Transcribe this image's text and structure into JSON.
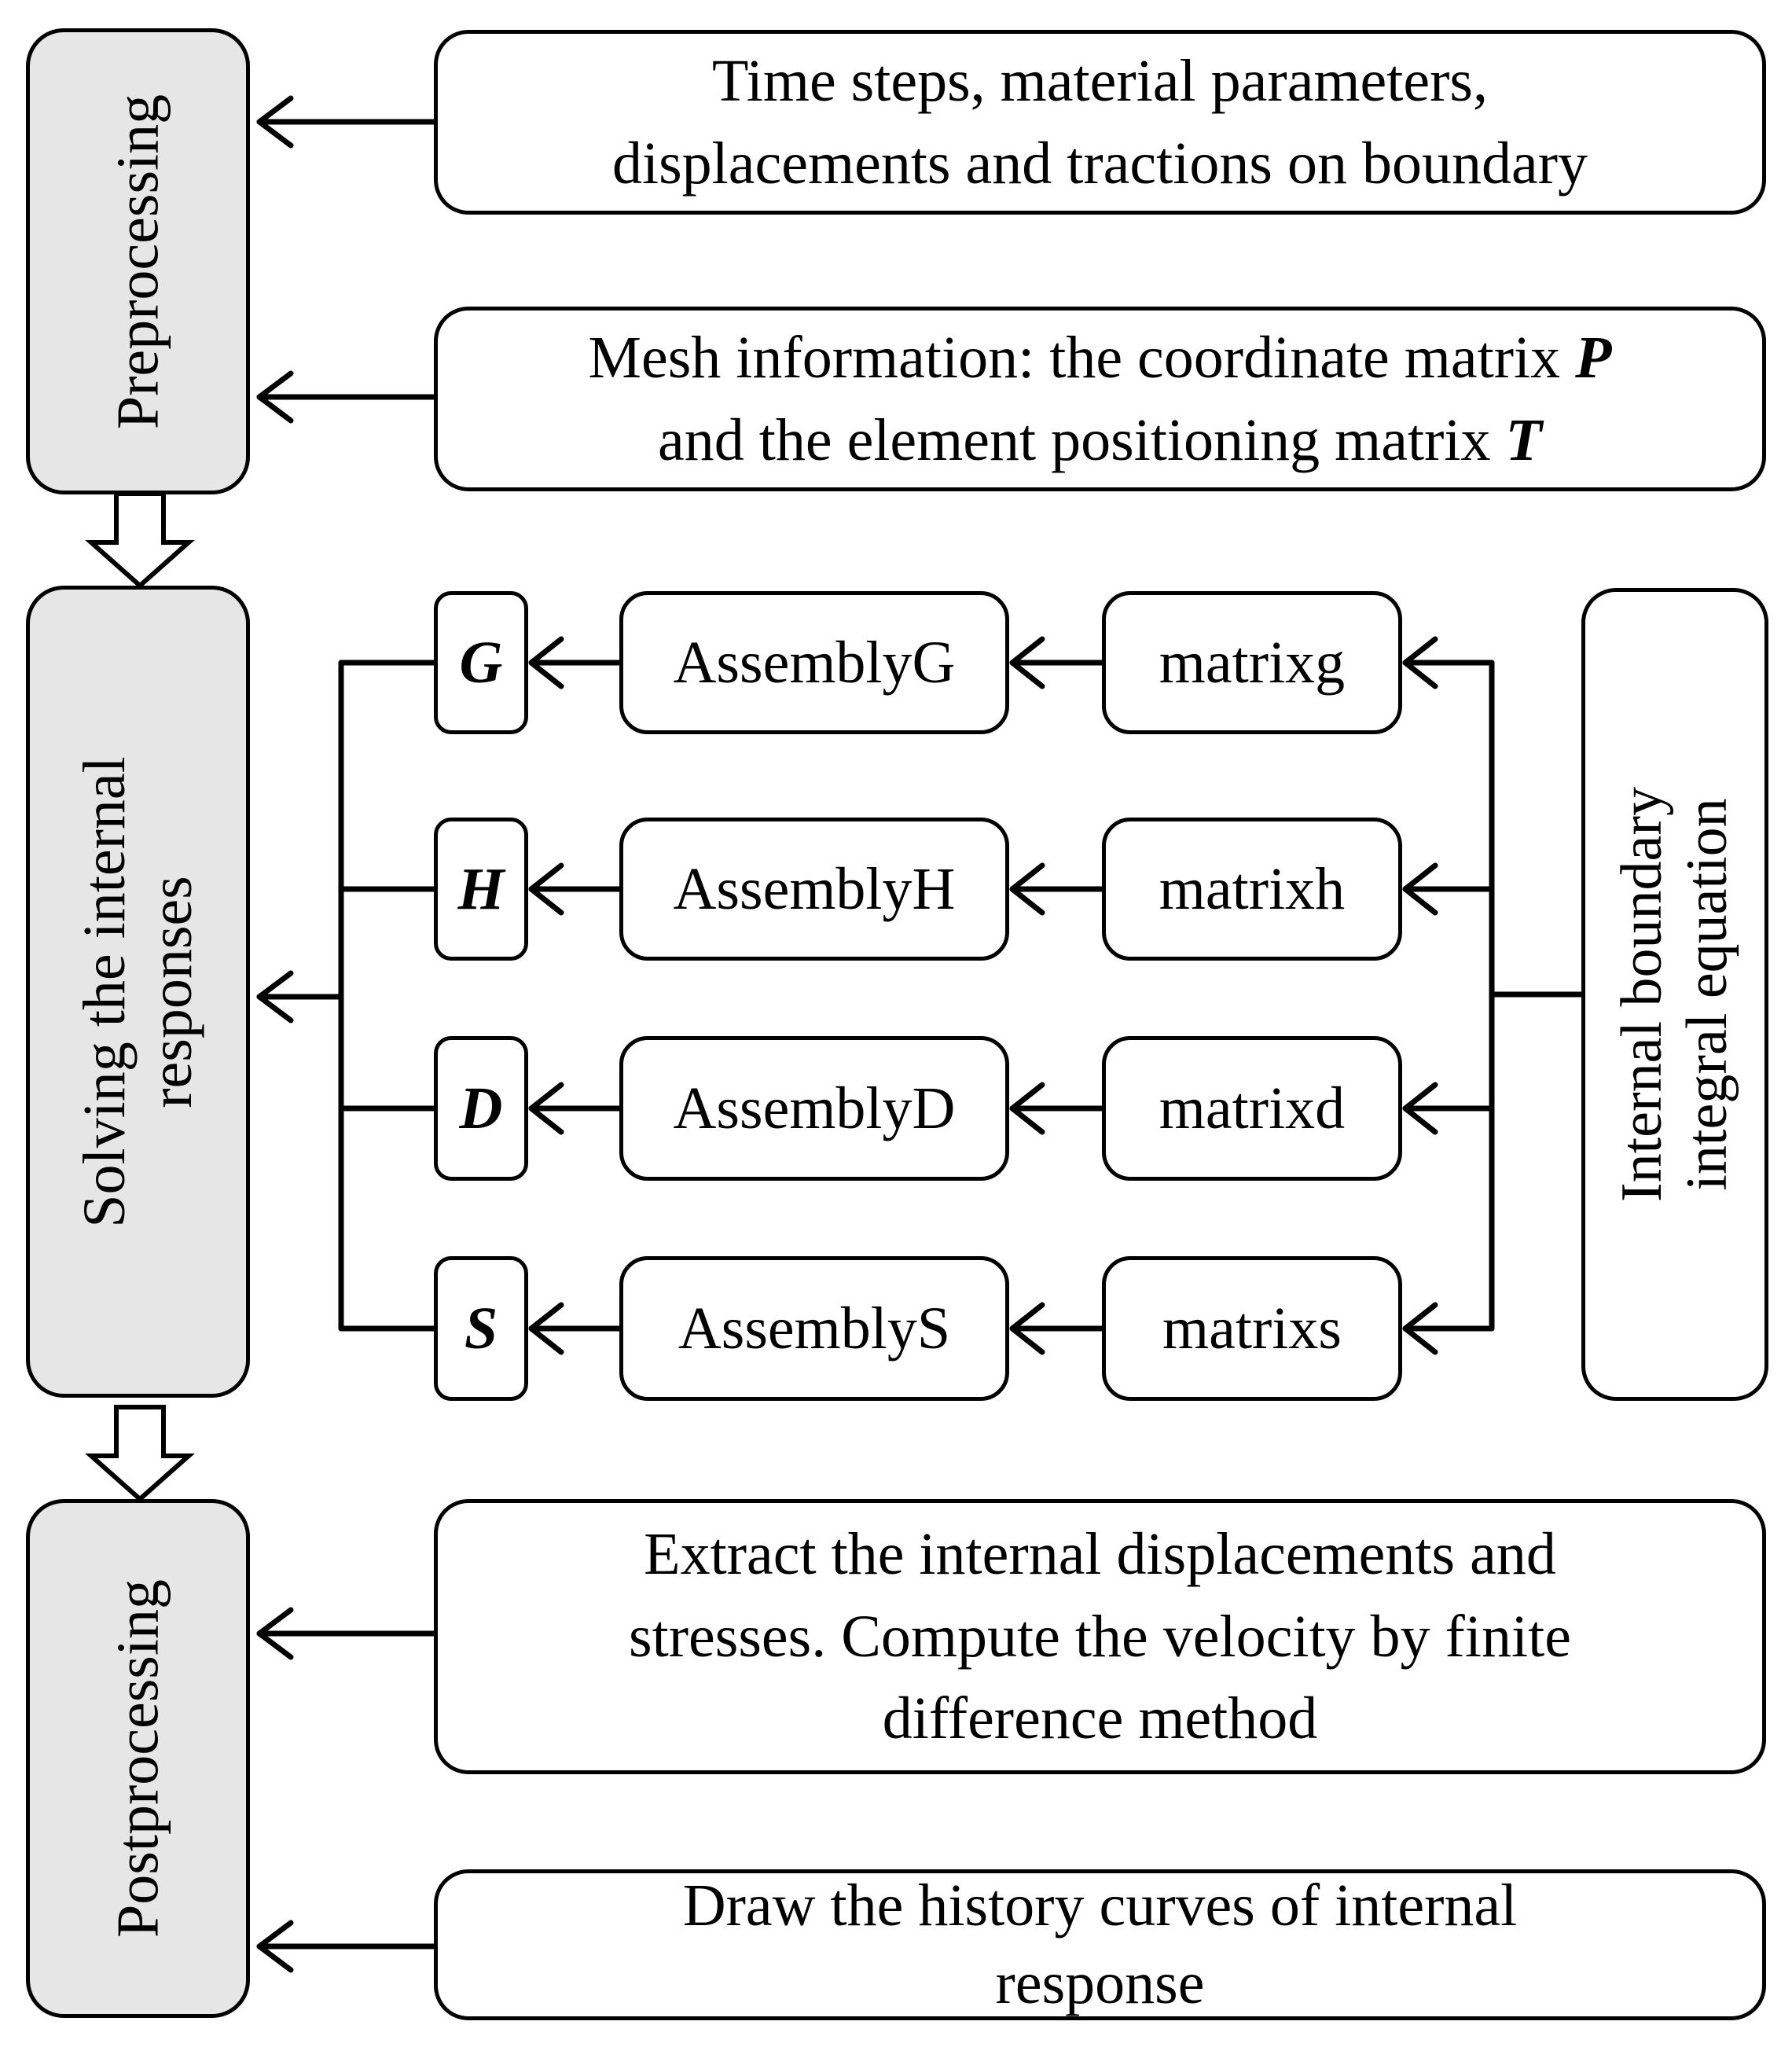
{
  "stages": {
    "preprocessing": "Preprocessing",
    "solving_line1": "Solving the internal",
    "solving_line2": "responses",
    "postprocessing": "Postprocessing"
  },
  "inputs": {
    "time_steps_line1": "Time steps, material parameters,",
    "time_steps_line2": "displacements and tractions on boundary",
    "mesh_line1_prefix": "Mesh information: the coordinate matrix",
    "mesh_line1_symbol": "P",
    "mesh_line2_prefix": "and the element positioning matrix",
    "mesh_line2_symbol": "T"
  },
  "matrices": {
    "g": "G",
    "h": "H",
    "d": "D",
    "s": "S"
  },
  "assembly": {
    "g": "AssemblyG",
    "h": "AssemblyH",
    "d": "AssemblyD",
    "s": "AssemblyS"
  },
  "functions": {
    "g": "matrixg",
    "h": "matrixh",
    "d": "matrixd",
    "s": "matrixs"
  },
  "equation": {
    "line1": "Internal boundary",
    "line2": "integral equation"
  },
  "outputs": {
    "extract_line1": "Extract the internal displacements and",
    "extract_line2": "stresses. Compute the velocity by finite",
    "extract_line3": "difference method",
    "draw_line1": "Draw the history curves of internal",
    "draw_line2": "response"
  }
}
